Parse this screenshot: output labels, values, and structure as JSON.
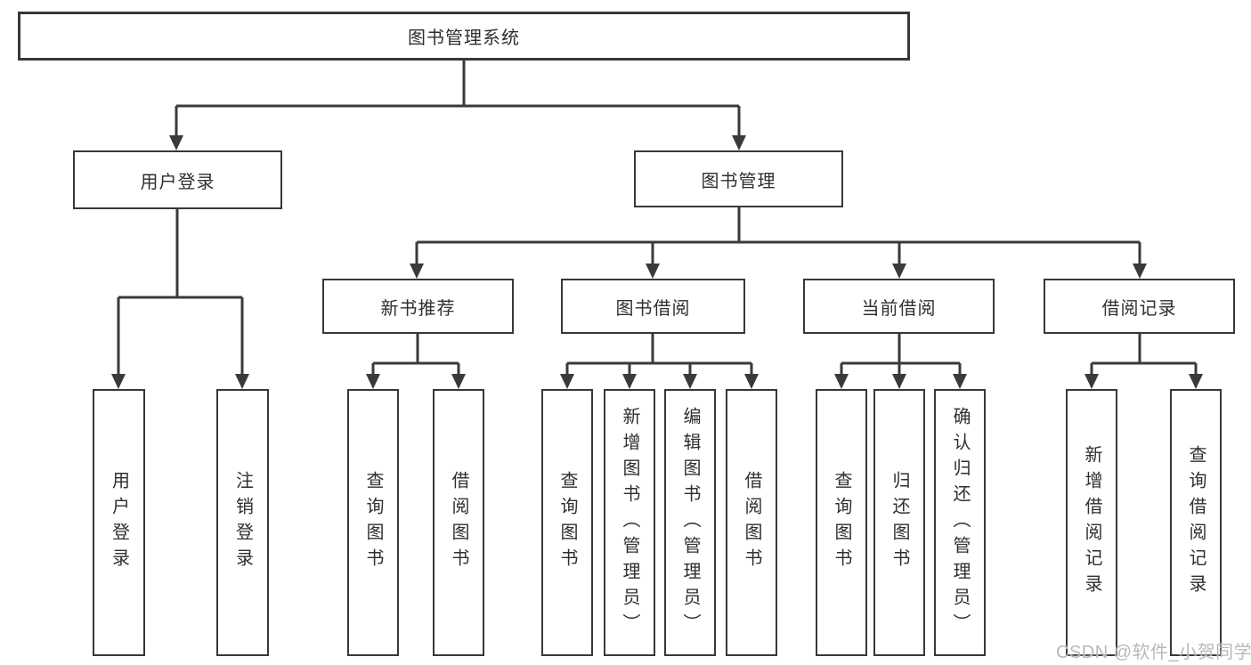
{
  "diagram": {
    "type": "hierarchy-tree",
    "title": "图书管理系统"
  },
  "hierarchy": {
    "label": "图书管理系统",
    "children": [
      {
        "label": "用户登录",
        "children": [
          {
            "label": "用户登录"
          },
          {
            "label": "注销登录"
          }
        ]
      },
      {
        "label": "图书管理",
        "children": [
          {
            "label": "新书推荐",
            "children": [
              {
                "label": "查询图书"
              },
              {
                "label": "借阅图书"
              }
            ]
          },
          {
            "label": "图书借阅",
            "children": [
              {
                "label": "查询图书"
              },
              {
                "label": "新增图书（管理员）"
              },
              {
                "label": "编辑图书（管理员）"
              },
              {
                "label": "借阅图书"
              }
            ]
          },
          {
            "label": "当前借阅",
            "children": [
              {
                "label": "查询图书"
              },
              {
                "label": "归还图书"
              },
              {
                "label": "确认归还（管理员）"
              }
            ]
          },
          {
            "label": "借阅记录",
            "children": [
              {
                "label": "新增借阅记录"
              },
              {
                "label": "查询借阅记录"
              }
            ]
          }
        ]
      }
    ]
  },
  "watermark": {
    "text": "CSDN @软件_小贺同学"
  },
  "colors": {
    "background": "#ffffff",
    "line": "#3a3a3a",
    "box_border": "#383838",
    "text": "#2f2f2f",
    "watermark": "#b2b2b2"
  }
}
